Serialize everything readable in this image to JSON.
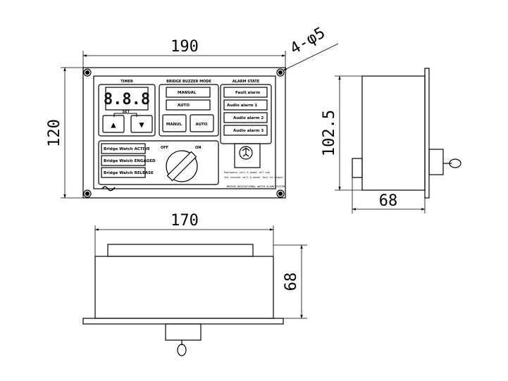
{
  "dimensions": {
    "width_190": "190",
    "height_120": "120",
    "holes": "4-φ5",
    "depth_102_5": "102.5",
    "depth_68": "68",
    "width_170": "170",
    "height_68": "68"
  },
  "panel": {
    "timer_title": "TIMER",
    "display_value": "8.8.8",
    "set_label": "SET",
    "up_symbol": "▲",
    "down_symbol": "▼",
    "mode_title": "BRIDGE BUZZER MODE",
    "manual_label": "MANUAL",
    "auto_label": "AUTO",
    "manual_button": "MANUL",
    "auto_button": "AUTO",
    "alarm_title": "ALARM STATE",
    "alarm_items": [
      "Fault alarm",
      "Audio alarm 1",
      "Audio alarm 2",
      "Audio alarm 3"
    ],
    "bridge_items": [
      "Bridge Watch ACTIVE",
      "Bridge Watch ENGAGED",
      "Bridge Watch RELEASE"
    ],
    "off_label": "OFF",
    "on_label": "ON",
    "emergency_note_1": "Emergency call & power off one",
    "emergency_note_2": "the unusual call & power fail to signal",
    "footer_text": "BRIDGE NAVIGATIONAL WATCH ALARM SYSTEM"
  }
}
